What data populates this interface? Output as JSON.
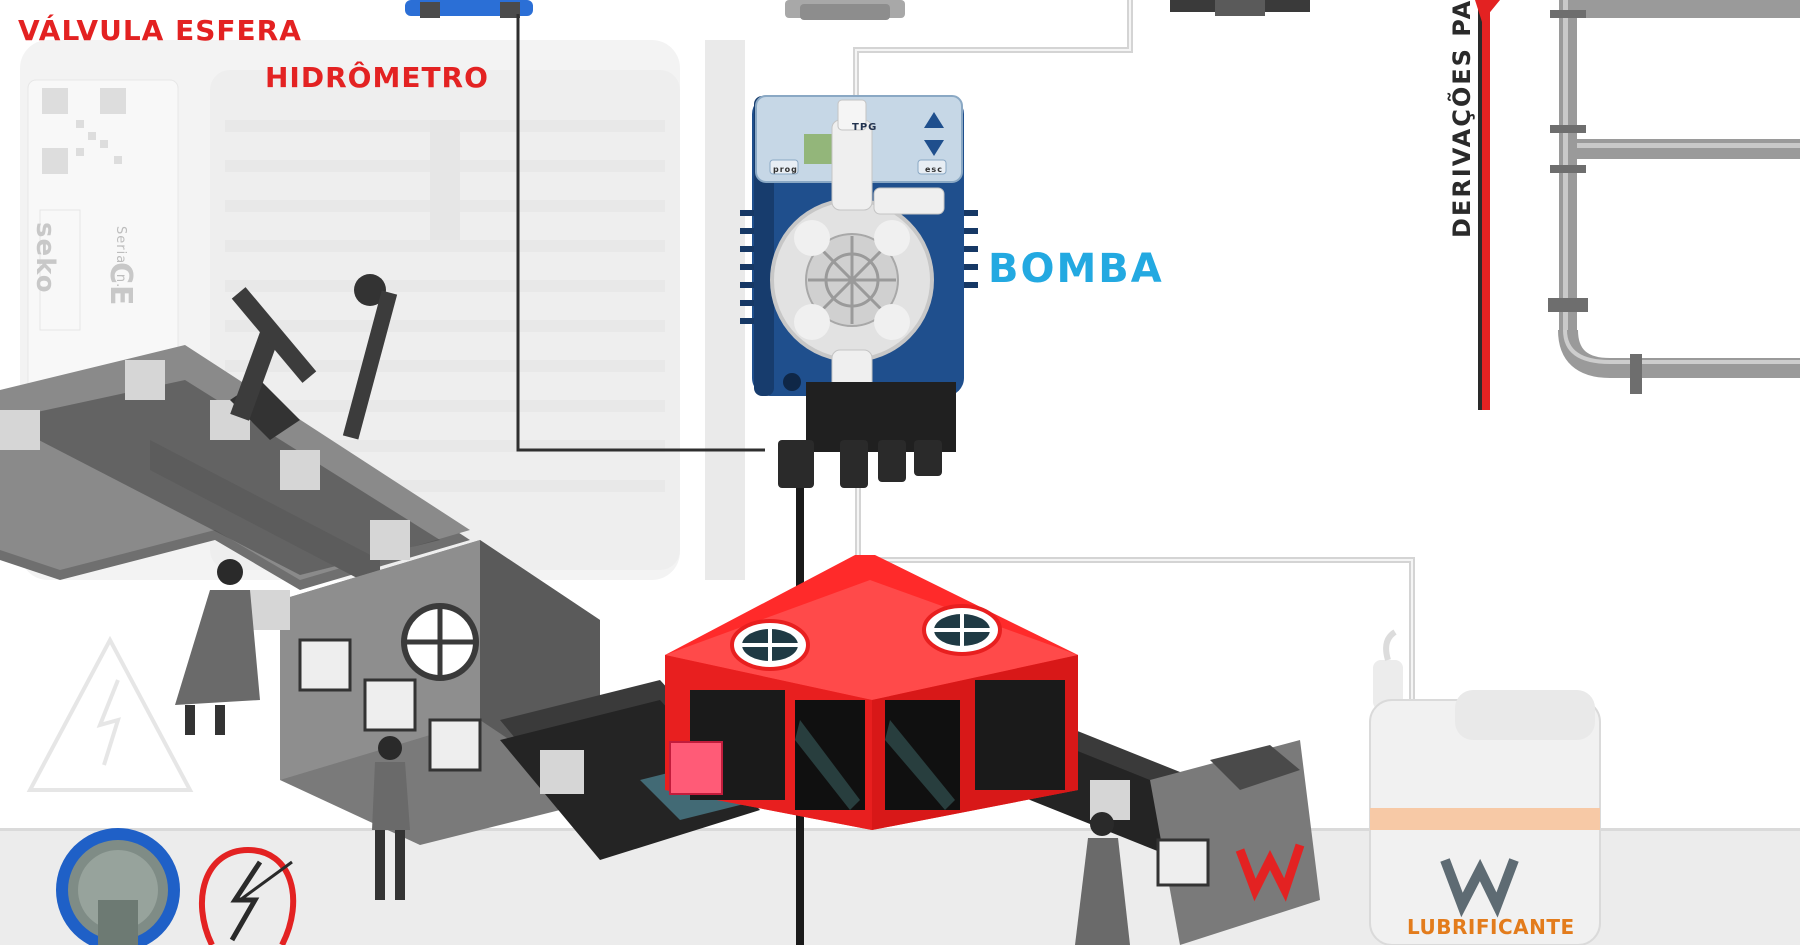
{
  "labels": {
    "valvula": "VÁLVULA ESFERA",
    "hidrometro": "HIDRÔMETRO",
    "bomba": "BOMBA",
    "derivacoes": "DERIVAÇÕES PA",
    "lubrificante": "LUBRIFICANTE"
  },
  "device_panel": {
    "model": "TPG",
    "btn_prog": "prog",
    "btn_esc": "esc"
  },
  "background_plate": {
    "brand": "seko",
    "serial_label": "Serial n.",
    "mark": "CE"
  },
  "colors": {
    "label_red": "#e32222",
    "bomba_blue": "#23a9e1",
    "lubrificante_orange": "#e37c1c",
    "machine_red": "#ff2a2a",
    "pump_blue": "#1e4f8c",
    "hose_gray": "#cfcfcf"
  },
  "icons": [
    "ball-valve-icon",
    "water-meter-icon",
    "dosing-pump-icon",
    "pipe-manifold-icon",
    "conveyor-line-icon",
    "robot-arm-icon",
    "lubricant-jug-icon",
    "electric-bulb-icon",
    "high-voltage-warning-icon",
    "worker-icon"
  ]
}
